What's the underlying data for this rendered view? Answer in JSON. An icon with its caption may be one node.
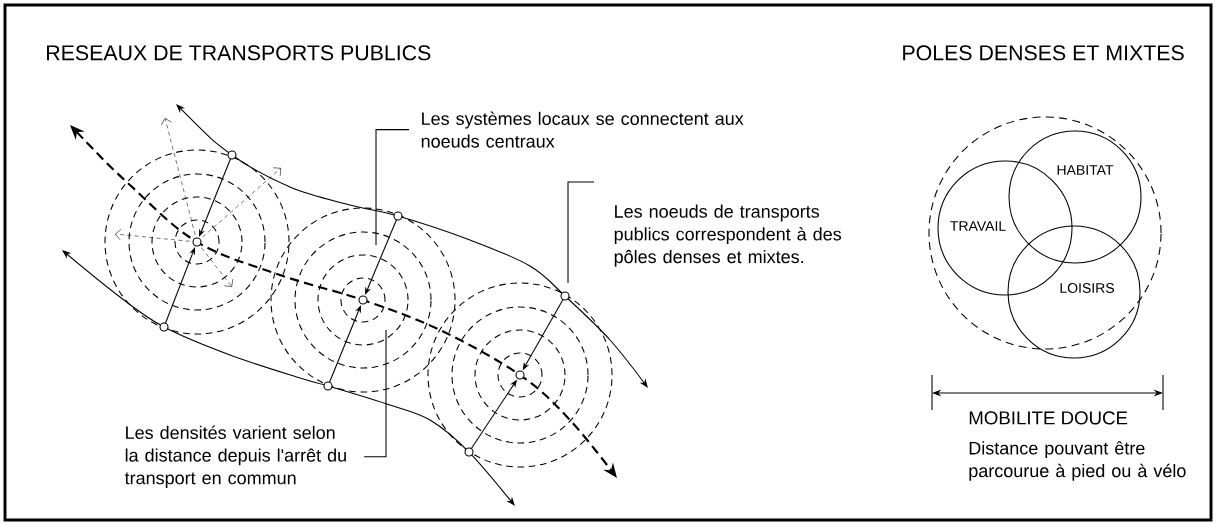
{
  "diagram": {
    "title": "RESEAUX DE TRANSPORTS PUBLICS",
    "nodes": [
      {
        "text": [
          "Les systèmes locaux se connectent aux noeuds centraux"
        ]
      },
      {
        "text": [
          "Les noeuds de transports publics correspondent à des pôles denses et mixtes."
        ]
      },
      {
        "text": [
          "Les densités varient selon la distance depuis l'arrêt du transport en commun"
        ]
      },
      {
        "text": [],
        "shape": "circle"
      },
      {
        "text": [
          "HABITAT"
        ],
        "in": 3
      },
      {
        "text": [
          "TRAVAIL"
        ],
        "in": 3
      },
      {
        "text": [
          "LOISIRS"
        ],
        "in": 3
      }
    ],
    "edges": [
      {
        "from": 0,
        "to": null,
        "arrow": "none"
      },
      {
        "from": 1,
        "to": null,
        "arrow": "none"
      },
      {
        "from": 2,
        "to": null,
        "arrow": "none"
      }
    ],
    "labels": [
      "POLES DENSES ET MIXTES",
      "MOBILITE DOUCE",
      "Distance pouvant être parcourue à pied ou à vélo"
    ]
  }
}
